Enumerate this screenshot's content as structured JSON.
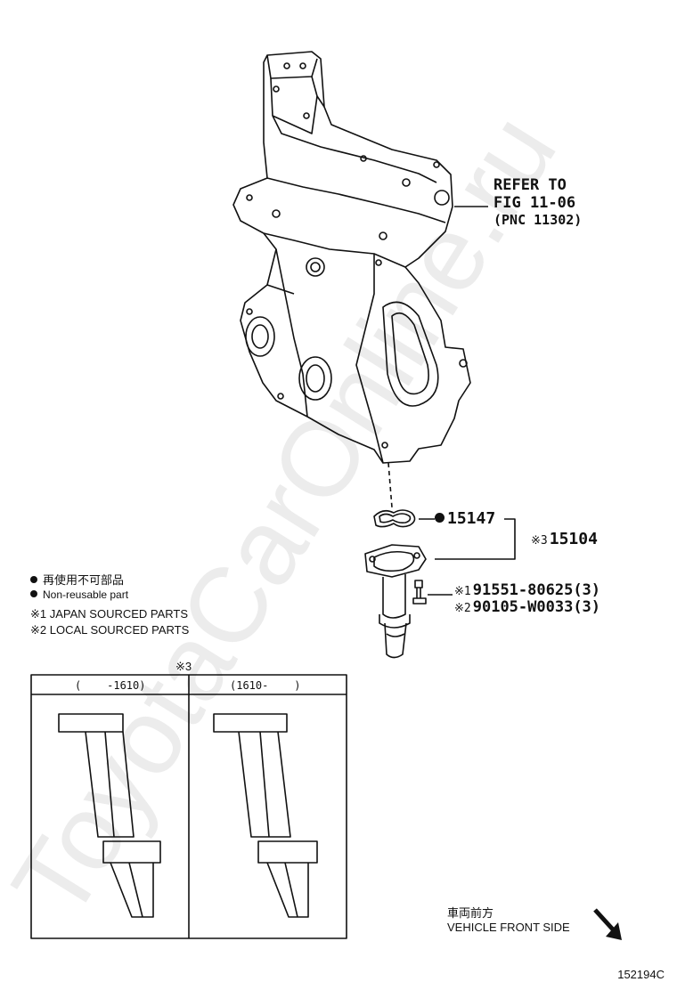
{
  "watermark": "ToyotaCarOnline.ru",
  "refer": {
    "line1": "REFER TO",
    "line2": "FIG 11-06",
    "line3": "(PNC 11302)"
  },
  "parts": {
    "gasket": {
      "number": "15147",
      "non_reusable": true
    },
    "assembly": {
      "mark": "※3",
      "number": "15104"
    },
    "bolt1": {
      "mark": "※1",
      "number": "91551-80625(3)"
    },
    "bolt2": {
      "mark": "※2",
      "number": "90105-W0033(3)"
    }
  },
  "legend": {
    "jp_non_reusable": "再使用不可部品",
    "en_non_reusable": "Non-reusable part",
    "note1": "※1 JAPAN SOURCED PARTS",
    "note2": "※2 LOCAL SOURCED PARTS"
  },
  "variant_table": {
    "mark": "※3",
    "col1": "(    -1610)",
    "col2": "(1610-    )"
  },
  "front": {
    "jp": "車両前方",
    "en": "VEHICLE FRONT SIDE"
  },
  "figure_id": "152194C"
}
